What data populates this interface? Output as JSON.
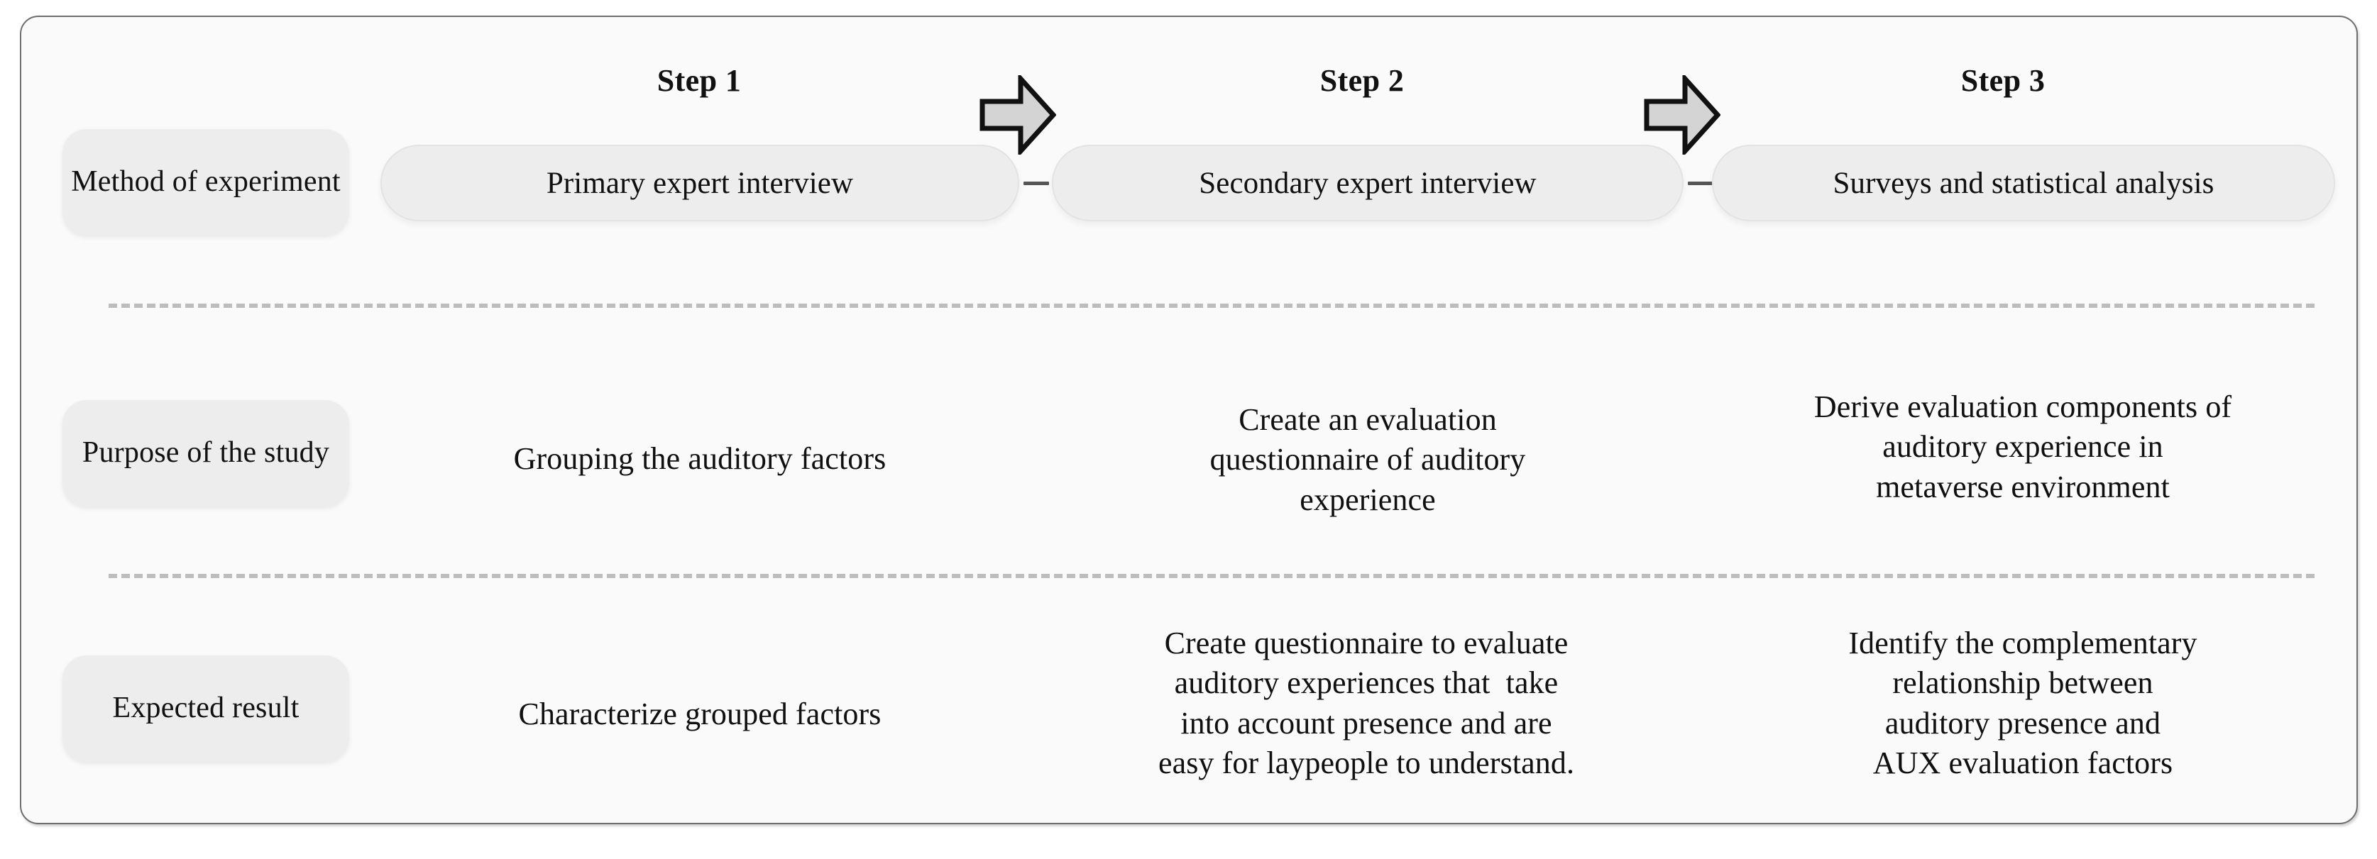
{
  "figure": {
    "background_color": "#fafafa",
    "frame_border_color": "#6e6e6e",
    "pill_fill_color": "#ededed",
    "dash_color": "#bdbdbd",
    "arrow_fill_color": "#d4d4d4",
    "arrow_outline_color": "#111111"
  },
  "steps": [
    {
      "label": "Step 1"
    },
    {
      "label": "Step 2"
    },
    {
      "label": "Step 3"
    }
  ],
  "arrows": [
    {
      "name": "arrow-step1-to-step2"
    },
    {
      "name": "arrow-step2-to-step3"
    }
  ],
  "rows": [
    {
      "label": "Method of\nexperiment",
      "cells": [
        "Primary expert interview",
        "Secondary expert interview",
        "Surveys and statistical analysis"
      ]
    },
    {
      "label": "Purpose of\nthe study",
      "cells": [
        "Grouping the auditory factors",
        "Create an evaluation\nquestionnaire of auditory\nexperience",
        "Derive evaluation components of\nauditory experience in\nmetaverse environment"
      ]
    },
    {
      "label": "Expected\nresult",
      "cells": [
        "Characterize grouped factors",
        "Create questionnaire to evaluate\nauditory experiences that  take\ninto account presence and are\neasy for laypeople to understand.",
        "Identify the complementary\nrelationship between\nauditory presence and\nAUX evaluation factors"
      ]
    }
  ]
}
